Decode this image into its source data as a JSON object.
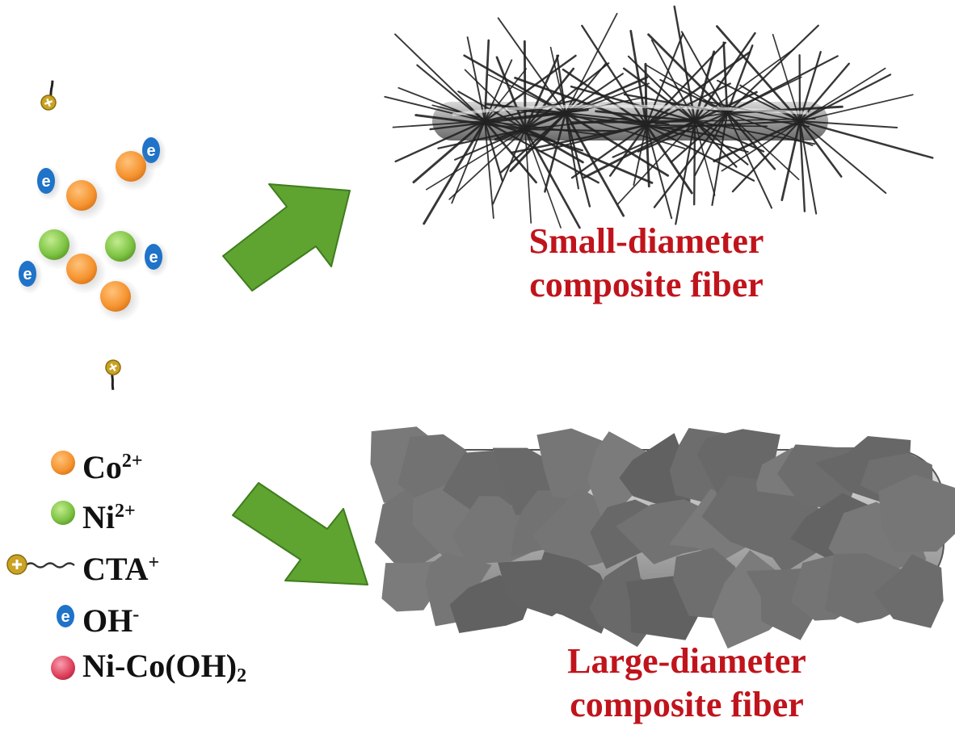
{
  "captions": {
    "small": [
      "Small-diameter",
      "composite fiber"
    ],
    "large": [
      "Large-diameter",
      "composite fiber"
    ]
  },
  "legend": [
    {
      "symbol": "orange-sphere",
      "label": "Co",
      "sup": "2+",
      "sub": ""
    },
    {
      "symbol": "green-sphere",
      "label": "Ni",
      "sup": "2+",
      "sub": ""
    },
    {
      "symbol": "cta-surfactant",
      "label": "CTA",
      "sup": "+",
      "sub": ""
    },
    {
      "symbol": "oh-ion",
      "label": "OH",
      "sup": "-",
      "sub": ""
    },
    {
      "symbol": "red-sphere",
      "label": "Ni-Co(OH)",
      "sup": "",
      "sub": "2"
    }
  ],
  "ion_symbol_letter": "e",
  "colors": {
    "caption": "#c0141c",
    "co": "#f5932f",
    "ni": "#7cc242",
    "oh": "#1f73c8",
    "product": "#e0405c",
    "cta": "#caa324",
    "arrow": "#5fa331",
    "arrow_edge": "#3f7d1e",
    "fiber": "#8c8c8c",
    "flake": "#6e6e6e",
    "spike": "#222222"
  }
}
